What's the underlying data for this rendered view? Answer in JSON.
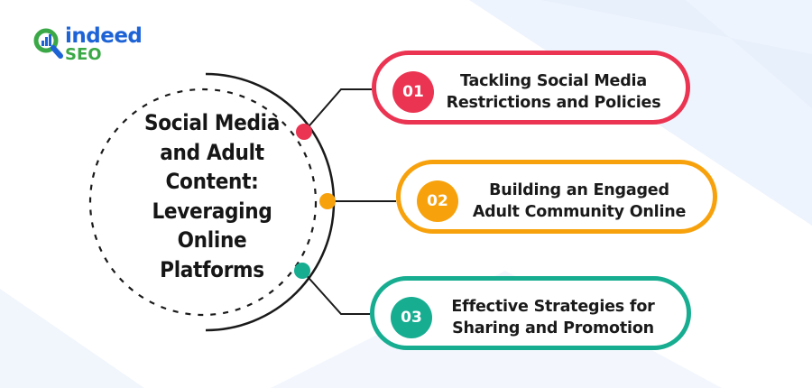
{
  "brand": {
    "name": "indeed",
    "sub": "SEO",
    "colors": {
      "primary": "#1e63d6",
      "secondary": "#3aa846"
    }
  },
  "title_lines": [
    "Social Media",
    "and Adult",
    "Content:",
    "Leveraging",
    "Online",
    "Platforms"
  ],
  "items": [
    {
      "number": "01",
      "lines": [
        "Tackling Social Media",
        "Restrictions and Policies"
      ],
      "color": "#ea3452"
    },
    {
      "number": "02",
      "lines": [
        "Building an Engaged",
        "Adult Community Online"
      ],
      "color": "#f7a20c"
    },
    {
      "number": "03",
      "lines": [
        "Effective Strategies for",
        "Sharing and Promotion"
      ],
      "color": "#17ad91"
    }
  ]
}
